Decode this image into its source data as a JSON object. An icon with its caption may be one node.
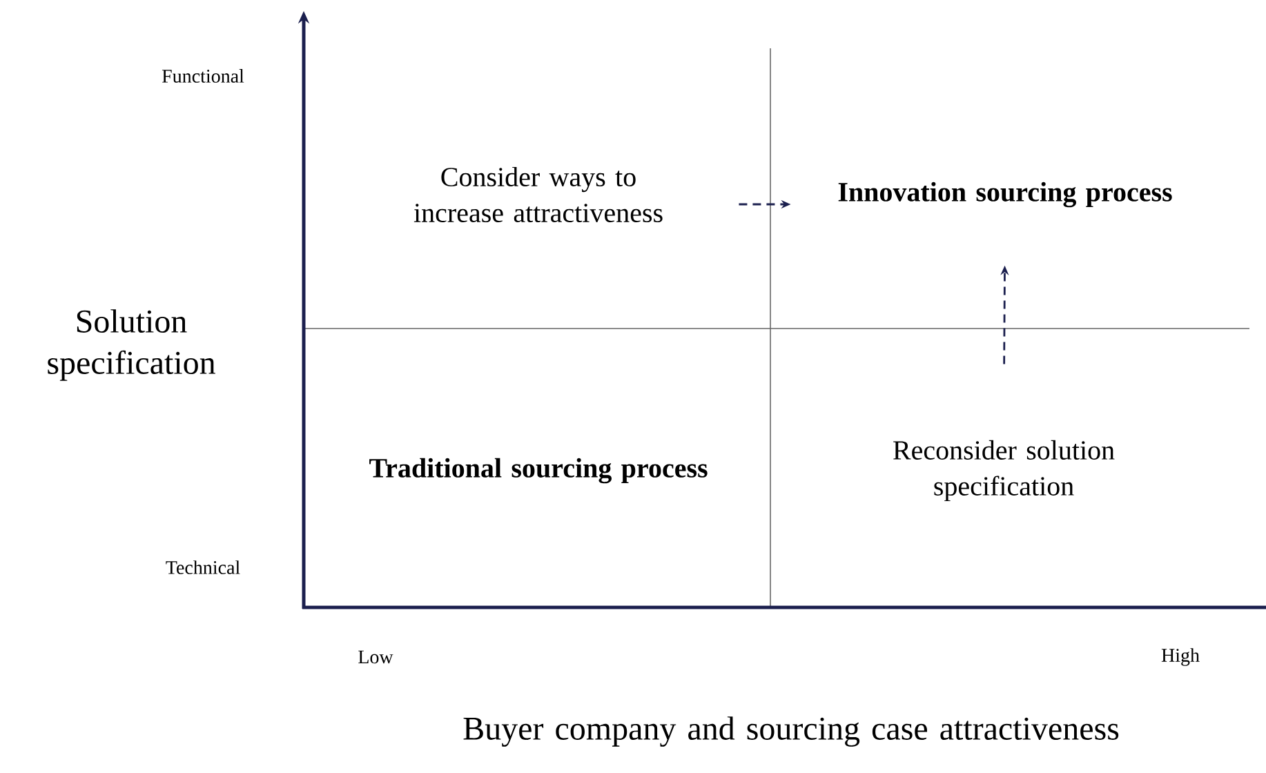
{
  "diagram": {
    "nodes": [
      {
        "text": [
          "Consider ways to increase attractiveness"
        ]
      },
      {
        "text": [
          "Innovation sourcing process"
        ]
      },
      {
        "text": [
          "Traditional sourcing process"
        ]
      },
      {
        "text": [
          "Reconsider solution specification"
        ]
      }
    ],
    "edges": [
      {
        "from": 0,
        "to": 1,
        "arrow": "to",
        "style": "dashed"
      },
      {
        "from": 3,
        "to": 1,
        "arrow": "to",
        "style": "dashed"
      }
    ],
    "labels": [
      "Functional",
      "Solution specification",
      "Technical",
      "Low",
      "High",
      "Buyer company and sourcing case attractiveness"
    ]
  }
}
